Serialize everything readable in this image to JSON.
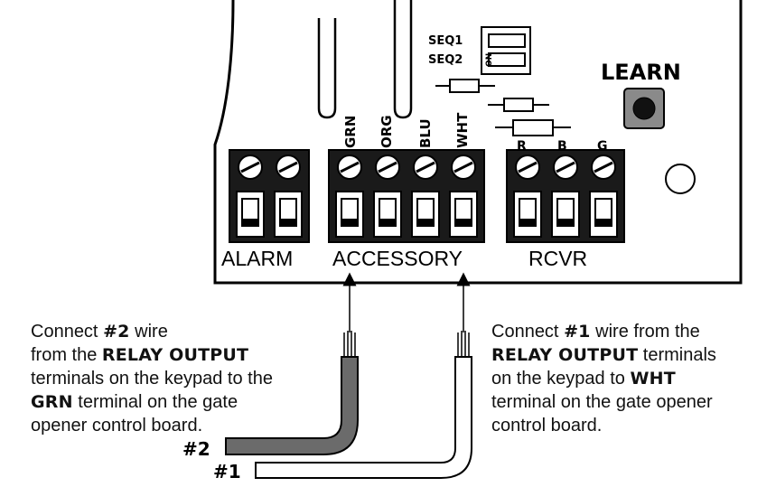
{
  "board": {
    "switch_labels": [
      "SEQ1",
      "SEQ2"
    ],
    "switch_on_label": "ON",
    "learn_label": "LEARN",
    "groups": [
      {
        "name": "ALARM",
        "wire_labels": [
          "",
          ""
        ]
      },
      {
        "name": "ACCESSORY",
        "wire_labels": [
          "GRN",
          "ORG",
          "BLU",
          "WHT"
        ]
      },
      {
        "name": "RCVR",
        "wire_labels": [
          "R",
          "B",
          "G"
        ]
      }
    ]
  },
  "wires": {
    "wire2_label": "#2",
    "wire1_label": "#1"
  },
  "captions": {
    "left": {
      "t1": "Connect ",
      "b1": "#2",
      "t2": " wire",
      "t3": "from the ",
      "b2": "RELAY OUTPUT",
      "t4": "terminals on the keypad to the",
      "b3": "GRN",
      "t5": " terminal on the gate",
      "t6": "opener control board."
    },
    "right": {
      "t1": "Connect ",
      "b1": "#1",
      "t2": " wire from the",
      "b2": "RELAY OUTPUT",
      "t3": " terminals",
      "t4": "on the keypad to ",
      "b3": "WHT",
      "t5": "terminal on the gate opener",
      "t6": "control board."
    }
  },
  "colors": {
    "board_line": "#000000",
    "wire2_fill": "#6b6b6b",
    "wire1_fill": "#ffffff",
    "terminal_fill": "#ffffff"
  }
}
